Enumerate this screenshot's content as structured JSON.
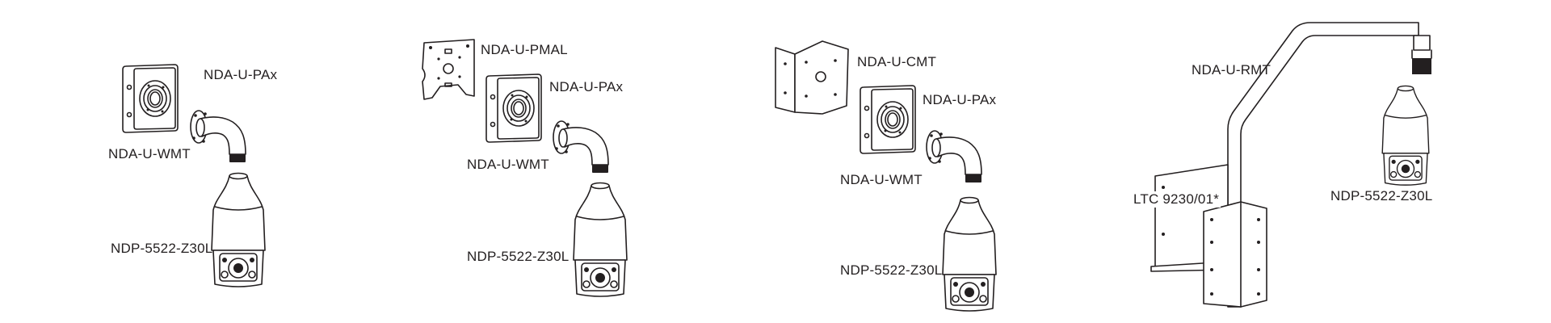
{
  "configurations": [
    {
      "labels": {
        "housing": "NDA-U-WMT",
        "arm": "NDA-U-PAx",
        "camera": "NDP-5522-Z30L"
      }
    },
    {
      "labels": {
        "plate": "NDA-U-PMAL",
        "housing": "NDA-U-WMT",
        "arm": "NDA-U-PAx",
        "camera": "NDP-5522-Z30L"
      }
    },
    {
      "labels": {
        "plate": "NDA-U-CMT",
        "housing": "NDA-U-WMT",
        "arm": "NDA-U-PAx",
        "camera": "NDP-5522-Z30L"
      }
    },
    {
      "labels": {
        "mount": "NDA-U-RMT",
        "adapter": "LTC 9230/01*",
        "camera": "NDP-5522-Z30L"
      }
    }
  ],
  "colors": {
    "line": "#231f20",
    "background": "#ffffff"
  }
}
